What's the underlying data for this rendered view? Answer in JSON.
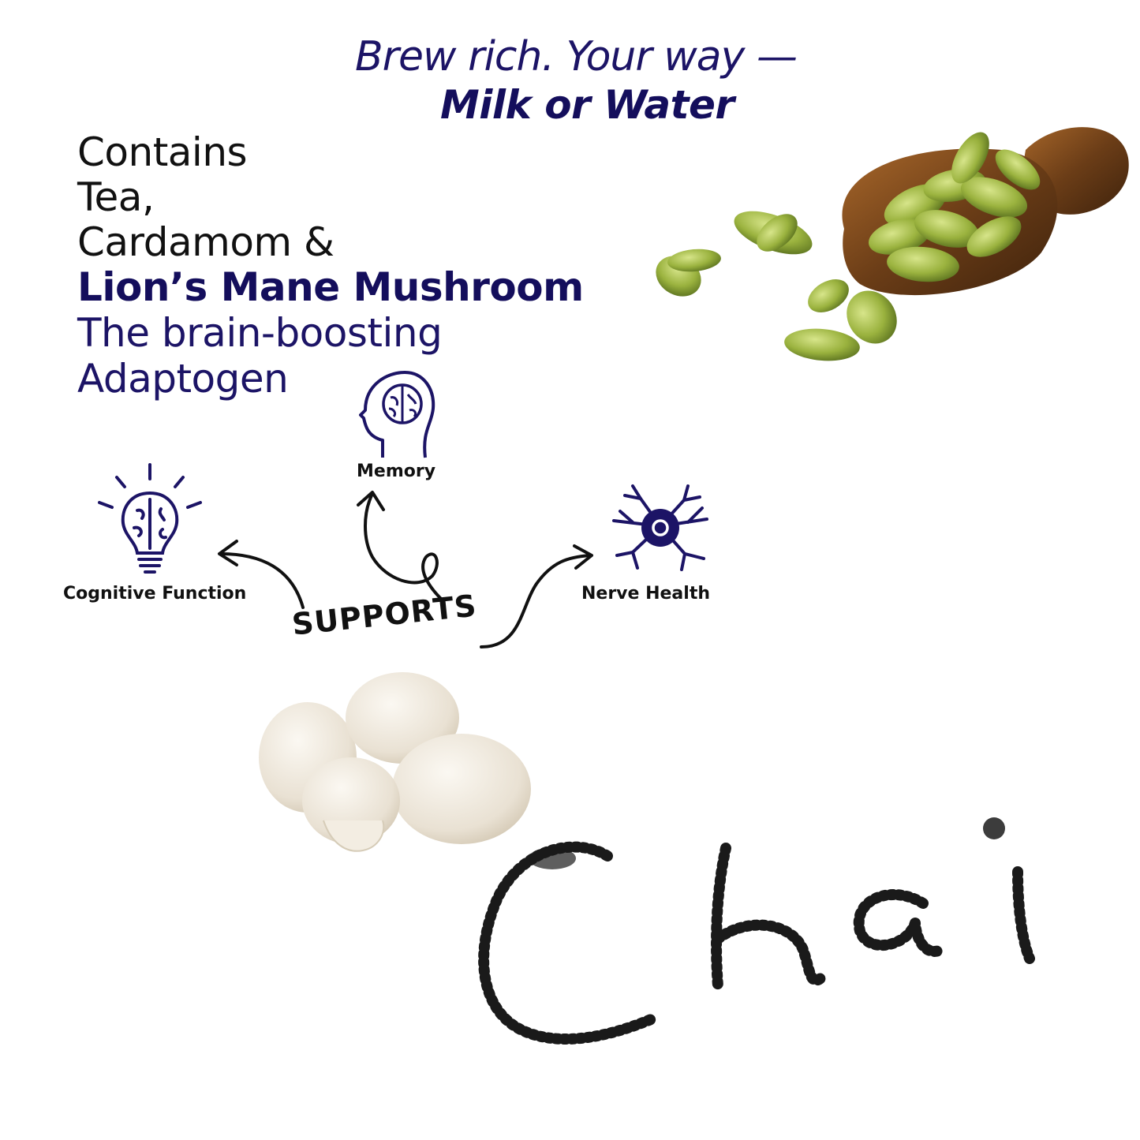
{
  "tagline": {
    "line1": "Brew rich. Your way —",
    "line2": "Milk or Water"
  },
  "headline": {
    "line1": "Contains",
    "line2": "Tea,",
    "line3": "Cardamom &",
    "line4": "Lion’s Mane Mushroom",
    "line5": "The brain-boosting",
    "line6": "Adaptogen"
  },
  "benefits": {
    "center_label": "SUPPORTS",
    "items": [
      {
        "label": "Cognitive Function",
        "icon": "lightbulb-brain-icon"
      },
      {
        "label": "Memory",
        "icon": "head-brain-icon"
      },
      {
        "label": "Nerve Health",
        "icon": "neuron-icon"
      }
    ]
  },
  "images": [
    {
      "name": "cardamom-scoop",
      "icon": "cardamom-scoop-illustration"
    },
    {
      "name": "lions-mane-mushrooms",
      "icon": "mushroom-illustration"
    },
    {
      "name": "chai-tea-leaves-lettering",
      "icon": "chai-lettering-illustration"
    }
  ],
  "colors": {
    "navy": "#1c1466",
    "navy_dark": "#140e5c",
    "text": "#111111",
    "cardamom": "#8fae3a",
    "wood": "#7a4a1c",
    "mushroom": "#efe9df",
    "tea": "#1a1a1a"
  }
}
